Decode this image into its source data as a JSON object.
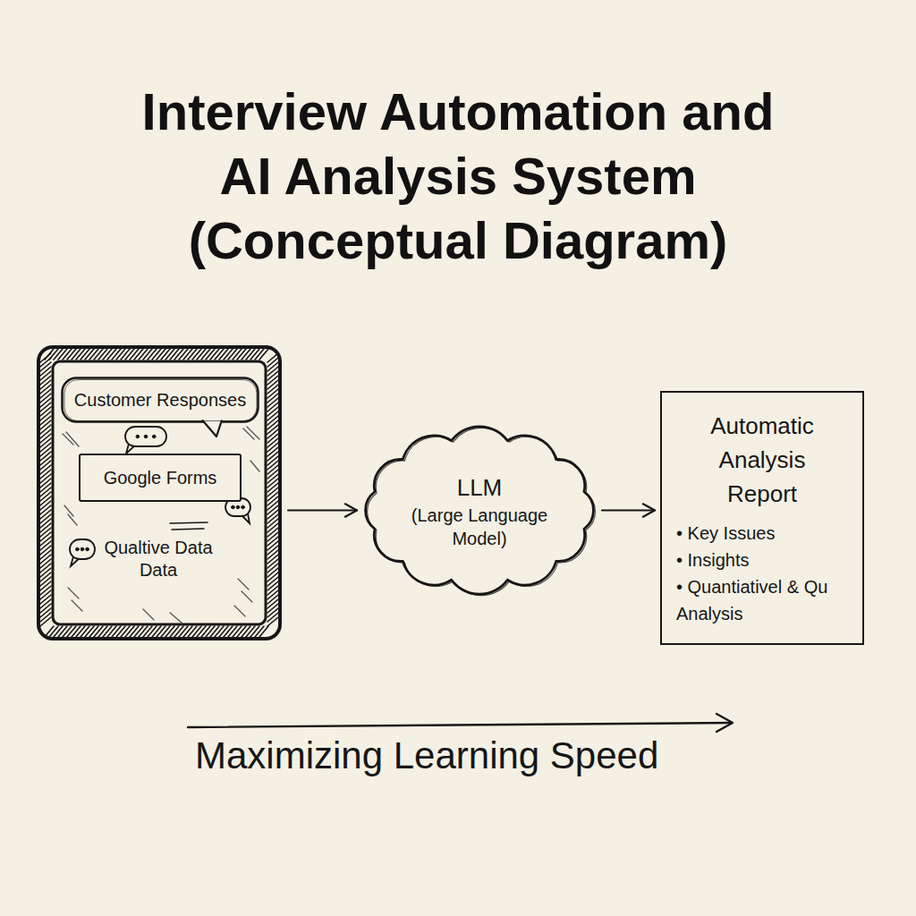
{
  "diagram": {
    "title": "Interview Automation and AI Analysis System (Conceptual Diagram)",
    "nodes": [
      {
        "text": [
          "Qualtive Data Data"
        ]
      },
      {
        "text": [
          "Customer Responses"
        ],
        "in": 0
      },
      {
        "text": [
          "Google Forms"
        ],
        "in": 0
      },
      {
        "text": [
          "LLM",
          "(Large Language Model)"
        ]
      },
      {
        "text": [
          "Automatic Analysis Report",
          "• Key Issues",
          "• Insights",
          "• Quantiativel & Qu Analysis"
        ]
      }
    ],
    "edges": [
      {
        "from": 0,
        "to": 3,
        "arrow": "to"
      },
      {
        "from": 3,
        "to": 4,
        "arrow": "to"
      }
    ],
    "labels": [
      "Maximizing Learning Speed"
    ]
  }
}
